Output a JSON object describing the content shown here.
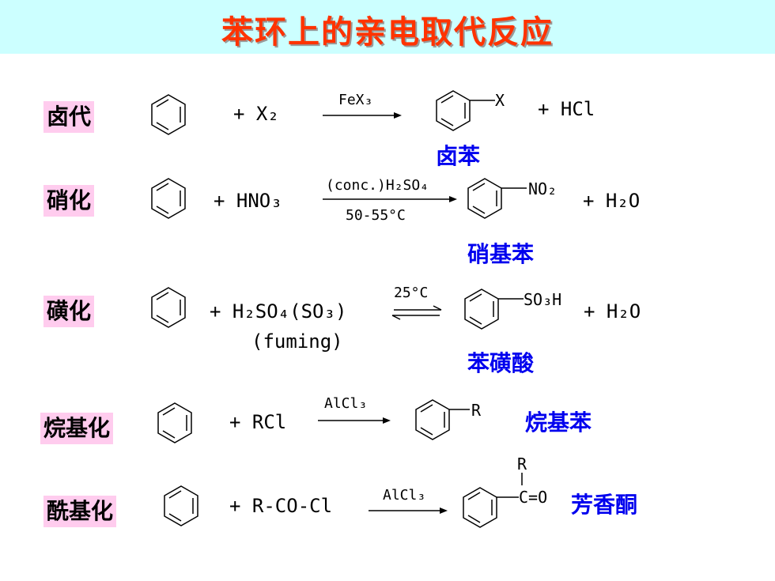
{
  "title": "苯环上的亲电取代反应",
  "reactions": [
    {
      "label": "卤代",
      "reagent": "+ X₂",
      "catalyst": "FeX₃",
      "substituent": "X",
      "byproduct": "+ HCl",
      "product": "卤苯"
    },
    {
      "label": "硝化",
      "reagent": "+  HNO₃",
      "catalyst": "(conc.)H₂SO₄",
      "condition": "50-55°C",
      "substituent": "NO₂",
      "byproduct": "+ H₂O",
      "product": "硝基苯"
    },
    {
      "label": "磺化",
      "reagent": "+  H₂SO₄(SO₃)",
      "reagent2": "(fuming)",
      "catalyst": "25°C",
      "substituent": "SO₃H",
      "byproduct": "+ H₂O",
      "product": "苯磺酸"
    },
    {
      "label": "烷基化",
      "reagent": "+ RCl",
      "catalyst": "AlCl₃",
      "substituent": "R",
      "product": "烷基苯"
    },
    {
      "label": "酰基化",
      "reagent": "+ R-CO-Cl",
      "catalyst": "AlCl₃",
      "substituent": "C=O",
      "substituent_top": "R",
      "product": "芳香酮"
    }
  ]
}
